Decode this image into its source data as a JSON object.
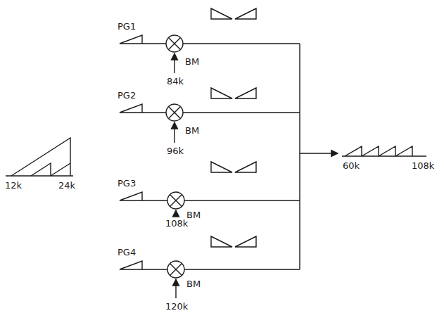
{
  "diagram": {
    "labels": [
      "PG1",
      "BM",
      "84k",
      "PG2",
      "BM",
      "96k",
      "PG3",
      "BM",
      "108k",
      "PG4",
      "BM",
      "120k",
      "12k",
      "24k",
      "60k",
      "108k"
    ]
  }
}
